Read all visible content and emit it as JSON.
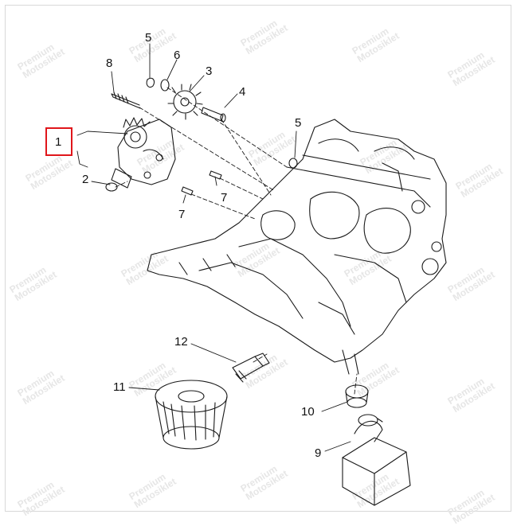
{
  "watermark": {
    "line1": "Premium",
    "line2": "Motosiklet"
  },
  "callouts": {
    "p1": "1",
    "p2": "2",
    "p3": "3",
    "p4": "4",
    "p5a": "5",
    "p5b": "5",
    "p6": "6",
    "p7a": "7",
    "p7b": "7",
    "p8": "8",
    "p9": "9",
    "p10": "10",
    "p11": "11",
    "p12": "12"
  },
  "colors": {
    "line": "#1a1a1a",
    "highlight": "#e0161b",
    "watermark": "#e6e6e6"
  }
}
